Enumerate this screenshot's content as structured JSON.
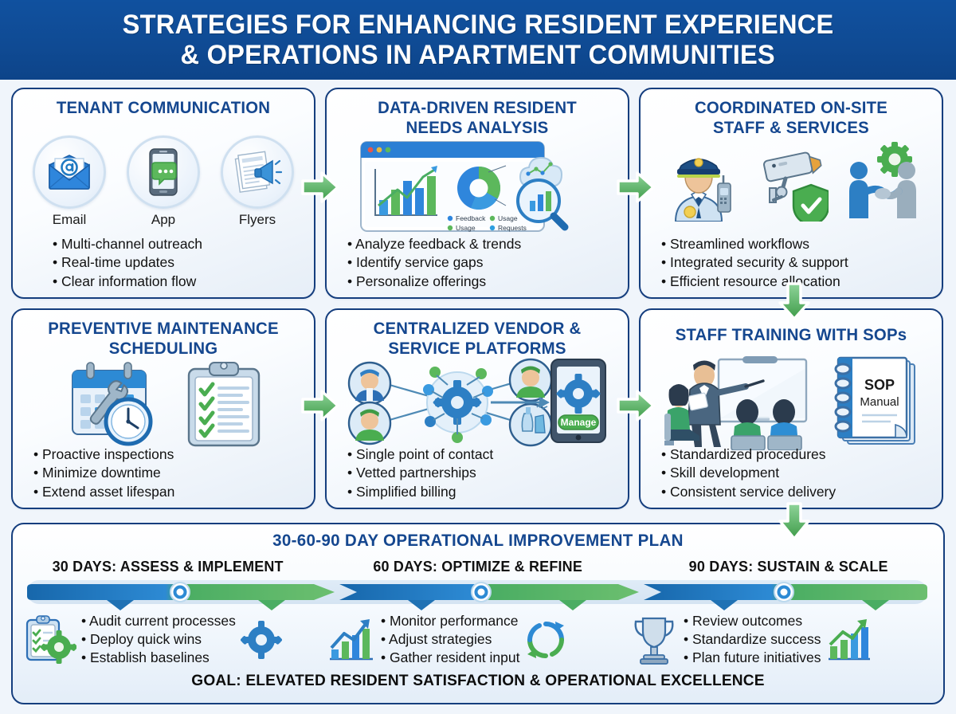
{
  "header": {
    "line1": "STRATEGIES FOR ENHANCING RESIDENT EXPERIENCE",
    "line2": "& OPERATIONS IN APARTMENT COMMUNITIES",
    "bg_color": "#10519f",
    "text_color": "#ffffff"
  },
  "theme": {
    "card_border": "#153e7e",
    "card_title": "#15478f",
    "arrow_green": "#4caf50",
    "accent_blue": "#1f7ac2",
    "accent_green": "#52b35a"
  },
  "cards": [
    {
      "id": "tenant-communication",
      "title": "TENANT COMMUNICATION",
      "icon_labels": [
        "Email",
        "App",
        "Flyers"
      ],
      "icon_names": [
        "email-envelope-icon",
        "mobile-app-chat-icon",
        "flyers-megaphone-icon"
      ],
      "bullets": [
        "Multi-channel outreach",
        "Real-time updates",
        "Clear information flow"
      ]
    },
    {
      "id": "data-driven-needs",
      "title_line1": "DATA-DRIVEN RESIDENT",
      "title_line2": "NEEDS ANALYSIS",
      "bullets": [
        "Analyze feedback & trends",
        "Identify service gaps",
        "Personalize offerings"
      ],
      "dashboard": {
        "legend": [
          {
            "label": "Feedback",
            "color": "#2e86de"
          },
          {
            "label": "Usage",
            "color": "#5cb85c"
          },
          {
            "label": "Usage",
            "color": "#5cb85c"
          },
          {
            "label": "Requests",
            "color": "#2e9fe0"
          }
        ]
      }
    },
    {
      "id": "coordinated-staff",
      "title_line1": "COORDINATED ON-SITE",
      "title_line2": "STAFF & SERVICES",
      "bullets": [
        "Streamlined workflows",
        "Integrated security & support",
        "Efficient resource allocation"
      ],
      "icon_names": [
        "security-officer-icon",
        "cctv-camera-shield-icon",
        "handshake-gear-icon"
      ]
    },
    {
      "id": "preventive-maintenance",
      "title_line1": "PREVENTIVE MAINTENANCE",
      "title_line2": "SCHEDULING",
      "bullets": [
        "Proactive inspections",
        "Minimize downtime",
        "Extend asset lifespan"
      ],
      "icon_names": [
        "calendar-wrench-clock-icon",
        "checklist-clipboard-icon"
      ]
    },
    {
      "id": "centralized-vendor",
      "title_line1": "CENTRALIZED VENDOR &",
      "title_line2": "SERVICE PLATFORMS",
      "bullets": [
        "Single point of contact",
        "Vetted partnerships",
        "Simplified billing"
      ],
      "tablet_button": "Manage",
      "icon_names": [
        "vendor-network-gear-icon",
        "tablet-manage-icon"
      ]
    },
    {
      "id": "staff-training-sops",
      "title": "STAFF TRAINING WITH SOPs",
      "bullets": [
        "Standardized procedures",
        "Skill development",
        "Consistent service delivery"
      ],
      "manual_label_line1": "SOP",
      "manual_label_line2": "Manual",
      "icon_names": [
        "training-classroom-icon",
        "sop-manual-binder-icon"
      ]
    }
  ],
  "plan": {
    "title": "30-60-90 DAY OPERATIONAL IMPROVEMENT PLAN",
    "phases": [
      {
        "heading": "30 DAYS: ASSESS & IMPLEMENT",
        "bullets": [
          "Audit current processes",
          "Deploy quick wins",
          "Establish baselines"
        ],
        "left_icon": "clipboard-gear-icon",
        "right_icon": "gear-icon"
      },
      {
        "heading": "60 DAYS: OPTIMIZE & REFINE",
        "bullets": [
          "Monitor performance",
          "Adjust strategies",
          "Gather resident input"
        ],
        "left_icon": "growth-chart-icon",
        "right_icon": "refresh-cycle-icon"
      },
      {
        "heading": "90 DAYS: SUSTAIN & SCALE",
        "bullets": [
          "Review outcomes",
          "Standardize success",
          "Plan future initiatives"
        ],
        "left_icon": "trophy-icon",
        "right_icon": "growth-bar-chart-icon"
      }
    ],
    "goal": "GOAL: ELEVATED RESIDENT SATISFACTION & OPERATIONAL EXCELLENCE"
  }
}
